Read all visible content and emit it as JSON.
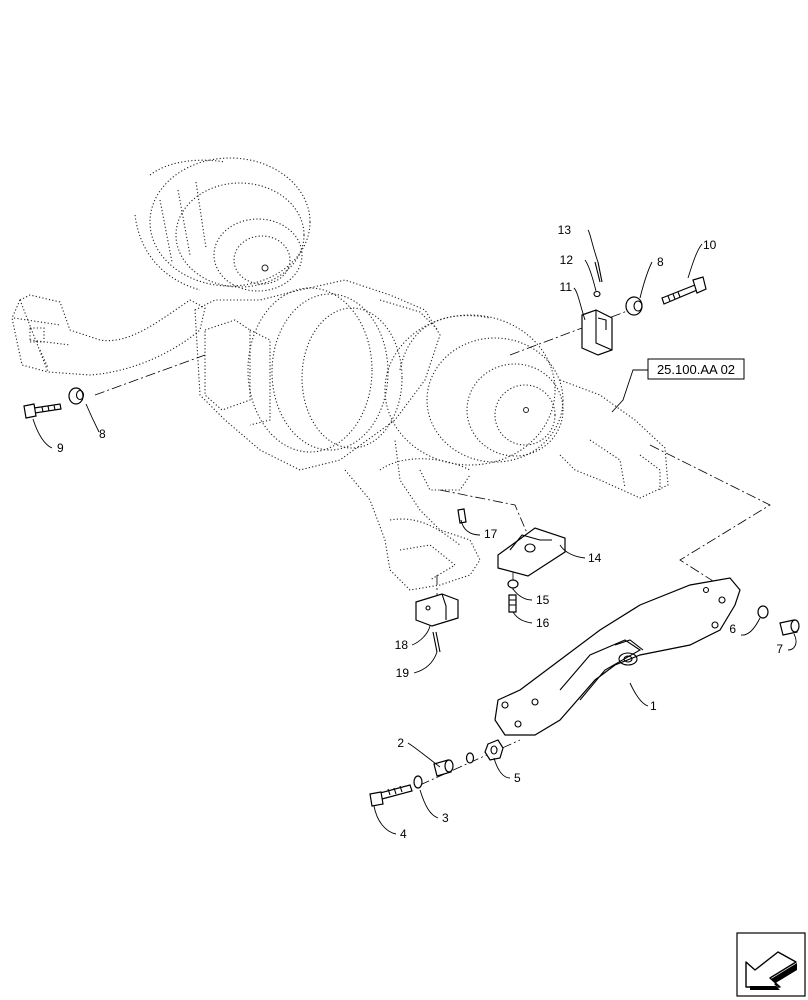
{
  "reference_box": {
    "label": "25.100.AA 02"
  },
  "callouts": {
    "c1": "1",
    "c2": "2",
    "c3": "3",
    "c4": "4",
    "c5": "5",
    "c6": "6",
    "c7": "7",
    "c8a": "8",
    "c8b": "8",
    "c9": "9",
    "c10": "10",
    "c11": "11",
    "c12": "12",
    "c13": "13",
    "c14": "14",
    "c15": "15",
    "c16": "16",
    "c17": "17",
    "c18": "18",
    "c19": "19"
  },
  "nav": {
    "icon": "page-flip-arrow-icon"
  }
}
